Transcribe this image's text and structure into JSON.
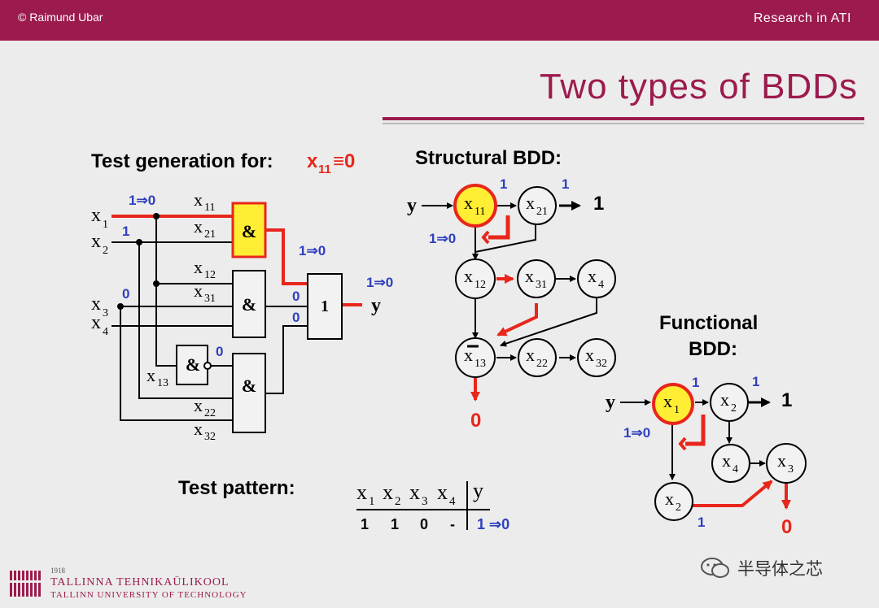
{
  "header": {
    "author": "© Raimund Ubar",
    "section": "Research in ATI"
  },
  "slide": {
    "title": "Two types of BDDs"
  },
  "circuit": {
    "heading": "Test generation for:",
    "fault": "x",
    "fault_sub": "11",
    "fault_rest": "≡0",
    "inputs": {
      "x1": "x",
      "x1s": "1",
      "x2": "x",
      "x2s": "2",
      "x3": "x",
      "x3s": "3",
      "x4": "x",
      "x4s": "4"
    },
    "branches": {
      "b11": "11",
      "b21": "21",
      "b12": "12",
      "b31": "31",
      "b13": "13",
      "b22": "22",
      "b32": "32"
    },
    "gate_and": "&",
    "gate_or": "1",
    "output": "y",
    "vals": {
      "v1": "1⇒0",
      "v2": "1",
      "v3": "0",
      "v4": "1⇒0",
      "v5": "0",
      "v6": "0",
      "v7": "0",
      "v8": "1⇒0"
    }
  },
  "structural_bdd": {
    "title": "Structural BDD:",
    "root_in": "y",
    "nodes": {
      "n11": "11",
      "n21": "21",
      "n12": "12",
      "n31": "31",
      "n4": "4",
      "n13": "13",
      "n22": "22",
      "n32": "32"
    },
    "var": "x",
    "t1": "1",
    "t0": "0",
    "l1": "1",
    "l2": "1",
    "lflip": "1⇒0"
  },
  "functional_bdd": {
    "title_l1": "Functional",
    "title_l2": "BDD:",
    "root_in": "y",
    "nodes": {
      "f1": "1",
      "f2a": "2",
      "f4": "4",
      "f3": "3",
      "f2b": "2"
    },
    "var": "x",
    "t1": "1",
    "t0": "0",
    "l1": "1",
    "l2": "1",
    "l3": "1",
    "lflip": "1⇒0"
  },
  "pattern": {
    "label": "Test pattern:",
    "header": [
      "x",
      "1",
      "x",
      "2",
      "x",
      "3",
      "x",
      "4",
      "y"
    ],
    "values": [
      "1",
      "1",
      "0",
      "-"
    ],
    "y_value": "1 ⇒0"
  },
  "footer": {
    "year": "1918",
    "univ": "TALLINNA TEHNIKAÜLIKOOL",
    "univ_en": "TALLINN UNIVERSITY OF TECHNOLOGY",
    "watermark": "半导体之芯"
  },
  "colors": {
    "brand": "#9c1b4e",
    "red": "#e8261b",
    "blue": "#2f3fbf",
    "gate_fill": "#ffee33"
  }
}
